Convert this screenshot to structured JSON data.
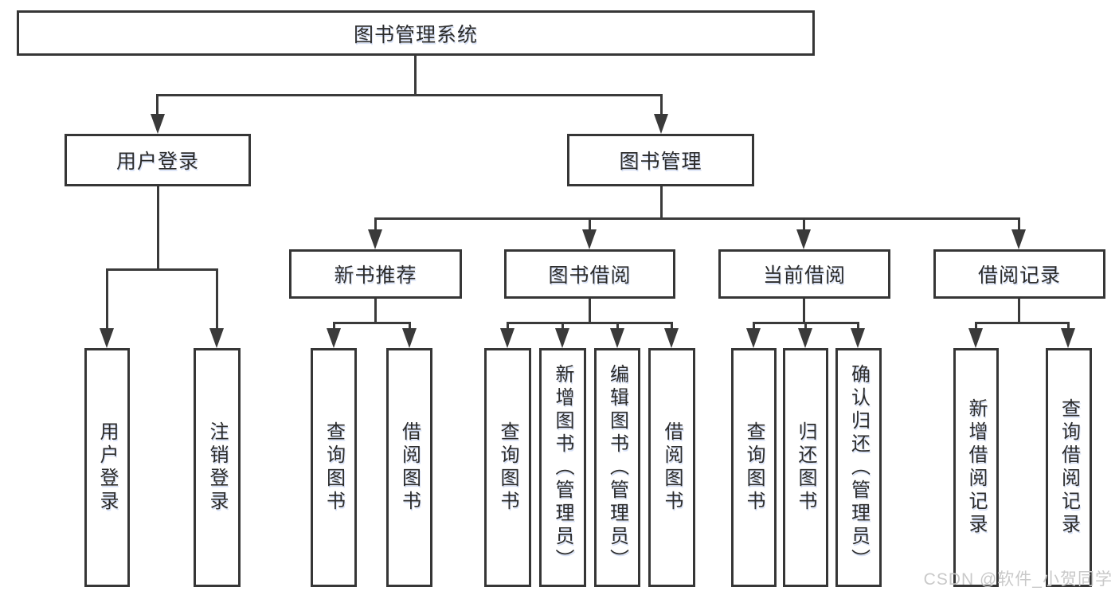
{
  "tree": {
    "label": "图书管理系统",
    "children": [
      {
        "label": "用户登录",
        "children": [
          {
            "label": "用户登录"
          },
          {
            "label": "注销登录"
          }
        ]
      },
      {
        "label": "图书管理",
        "children": [
          {
            "label": "新书推荐",
            "children": [
              {
                "label": "查询图书"
              },
              {
                "label": "借阅图书"
              }
            ]
          },
          {
            "label": "图书借阅",
            "children": [
              {
                "label": "查询图书"
              },
              {
                "label": "新增图书（管理员）"
              },
              {
                "label": "编辑图书（管理员）"
              },
              {
                "label": "借阅图书"
              }
            ]
          },
          {
            "label": "当前借阅",
            "children": [
              {
                "label": "查询图书"
              },
              {
                "label": "归还图书"
              },
              {
                "label": "确认归还（管理员）"
              }
            ]
          },
          {
            "label": "借阅记录",
            "children": [
              {
                "label": "新增借阅记录"
              },
              {
                "label": "查询借阅记录"
              }
            ]
          }
        ]
      }
    ]
  },
  "watermark": "CSDN @软件_小贺同学",
  "colors": {
    "line": "#3a3a3a",
    "border": "#363636",
    "background": "#ffffff",
    "watermark_text": "#c9c9c9"
  }
}
